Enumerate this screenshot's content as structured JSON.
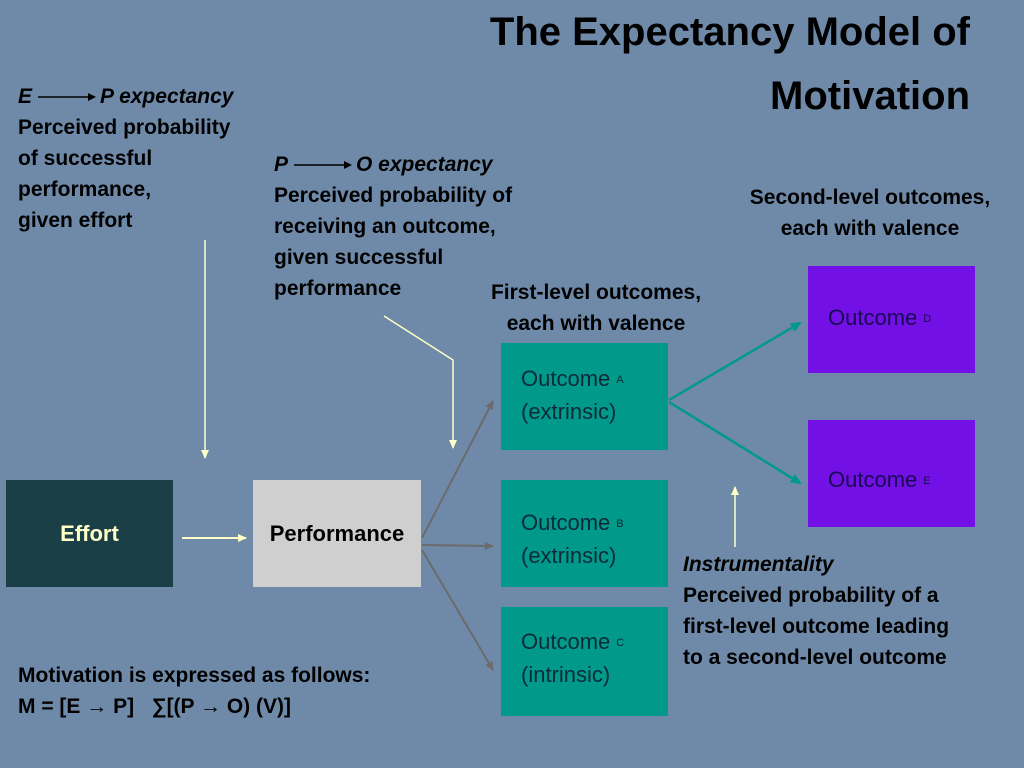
{
  "title": {
    "line1": "The Expectancy Model of",
    "line2": "Motivation"
  },
  "ep": {
    "from": "E",
    "to": "P expectancy",
    "lines": [
      "Perceived probability",
      "of successful",
      "performance,",
      "given effort"
    ]
  },
  "po": {
    "from": "P",
    "to": "O expectancy",
    "lines": [
      "Perceived probability of",
      "receiving an outcome,",
      "given successful",
      "performance"
    ]
  },
  "first_level": {
    "line1": "First-level outcomes,",
    "line2": "each with valence"
  },
  "second_level": {
    "line1": "Second-level outcomes,",
    "line2": "each with valence"
  },
  "effort_label": "Effort",
  "performance_label": "Performance",
  "outcomes": {
    "a": {
      "name": "Outcome",
      "sub": "A",
      "type": "(extrinsic)"
    },
    "b": {
      "name": "Outcome",
      "sub": "B",
      "type": "(extrinsic)"
    },
    "c": {
      "name": "Outcome",
      "sub": "C",
      "type": "(intrinsic)"
    },
    "d": {
      "name": "Outcome",
      "sub": "D"
    },
    "e": {
      "name": "Outcome",
      "sub": "E"
    }
  },
  "instrumentality": {
    "heading": "Instrumentality",
    "lines": [
      "Perceived probability of a",
      "first-level outcome leading",
      "to a second-level  outcome"
    ]
  },
  "formula": {
    "line1": "Motivation is expressed as follows:",
    "line2": "M = [E → P]   ∑[(P → O) (V)]"
  },
  "colors": {
    "background": "#6f8aa8",
    "teal": "#00998a",
    "purple": "#7310e6",
    "effort": "#1a3f47",
    "performance": "#cfcfcf",
    "arrow_light": "#ffffc8",
    "arrow_gray": "#6b6b6b",
    "arrow_teal": "#00998a"
  }
}
